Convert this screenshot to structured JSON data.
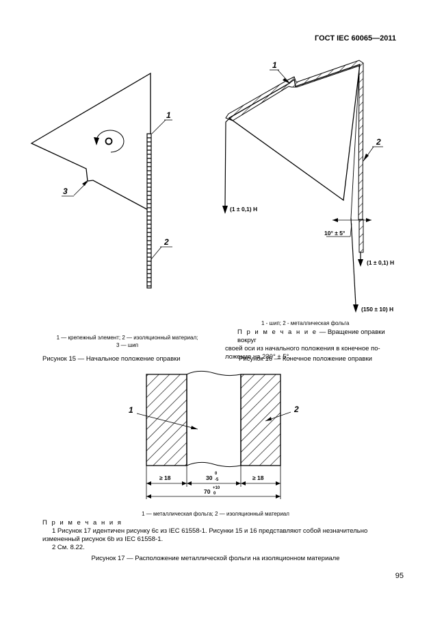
{
  "header": {
    "standard": "ГОСТ IEC 60065—2011"
  },
  "figure15": {
    "labels": {
      "l1": "1",
      "l2": "2",
      "l3": "3"
    },
    "legend_line1": "1 — крепежный элемент; 2 — изоляционный материал;",
    "legend_line2": "3 — шип",
    "caption": "Рисунок 15 — Начальное положение оправки"
  },
  "figure16": {
    "labels": {
      "l1": "1",
      "l2": "2"
    },
    "force_left": "(1 ± 0,1) Н",
    "force_right": "(1 ± 0,1) Н",
    "force_bottom": "(150 ± 10) Н",
    "angle_label": "10° ± 5°",
    "legend": "1 - шип; 2 - металлическая фольга",
    "note_spaced": "П р и м е ч а н и е",
    "note_line1": " — Вращение оправки вокруг",
    "note_line2": "своей оси из начального положения в конечное по-",
    "note_line3": "ложение на 230° ± 5°.",
    "caption": "Рисунок 16 — Конечное положение оправки"
  },
  "figure17": {
    "labels": {
      "l1": "1",
      "l2": "2"
    },
    "dim_left": "≥ 18",
    "dim_center_base": "30",
    "dim_center_sup": "0",
    "dim_center_sub": "-5",
    "dim_right": "≥ 18",
    "dim_total_base": "70",
    "dim_total_sup": "+10",
    "dim_total_sub": "0",
    "legend": "1 — металлическая фольга; 2 — изоляционный материал",
    "notes_title": "П р и м е ч а н и я",
    "note1_line1": "1 Рисунок 17 идентичен рисунку 6c из IEC 61558-1. Рисунки 15 и 16 представляют собой незначительно",
    "note1_line2": "измененный рисунок 6b из IEC 61558-1.",
    "note2": "2 См. 8.22.",
    "caption": "Рисунок 17 — Расположение металлической фольги на изоляционном материале"
  },
  "footer": {
    "page_number": "95"
  }
}
